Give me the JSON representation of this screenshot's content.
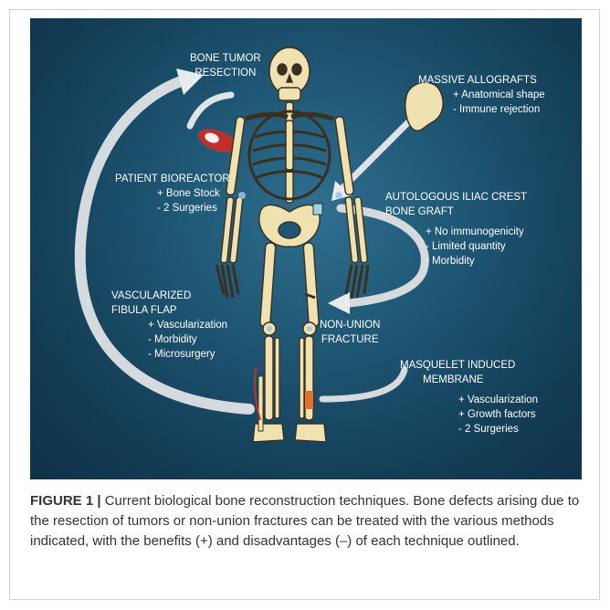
{
  "labels": {
    "bone_tumor_resection": {
      "lines": [
        "BONE TUMOR",
        "RESECTION"
      ]
    },
    "massive_allografts": {
      "title": "MASSIVE ALLOGRAFTS",
      "items": [
        "+ Anatomical shape",
        "- Immune rejection"
      ]
    },
    "patient_bioreactor": {
      "title": "PATIENT BIOREACTOR",
      "items": [
        "+ Bone Stock",
        "- 2 Surgeries"
      ]
    },
    "autologous_iliac_crest": {
      "title_lines": [
        "AUTOLOGOUS ILIAC CREST",
        "BONE GRAFT"
      ],
      "items": [
        "+ No immunogenicity",
        "- Limited quantity",
        "- Morbidity"
      ]
    },
    "vascularized_fibula_flap": {
      "title_lines": [
        "VASCULARIZED",
        "FIBULA FLAP"
      ],
      "items": [
        "+ Vascularization",
        "- Morbidity",
        "- Microsurgery"
      ]
    },
    "non_union_fracture": {
      "lines": [
        "NON-UNION",
        "FRACTURE"
      ]
    },
    "masquelet_induced_membrane": {
      "title_lines": [
        "MASQUELET INDUCED",
        "MEMBRANE"
      ],
      "items": [
        "+ Vascularization",
        "+ Growth factors",
        "- 2 Surgeries"
      ]
    }
  },
  "caption": {
    "figure_label": "FIGURE 1 |",
    "text": "Current biological bone reconstruction techniques. Bone defects arising due to the resection of tumors or non-union fractures can be treated with the various methods indicated, with the benefits (+) and disadvantages (–) of each technique outlined."
  },
  "colors": {
    "background_dark": "#0f3147",
    "background_light": "#2f6f8f",
    "bone": "#efe2b0",
    "bone_outline": "#3a3020",
    "arrow": "#dfe3e6",
    "accent_red": "#c0302a",
    "accent_orange": "#e0702a"
  }
}
